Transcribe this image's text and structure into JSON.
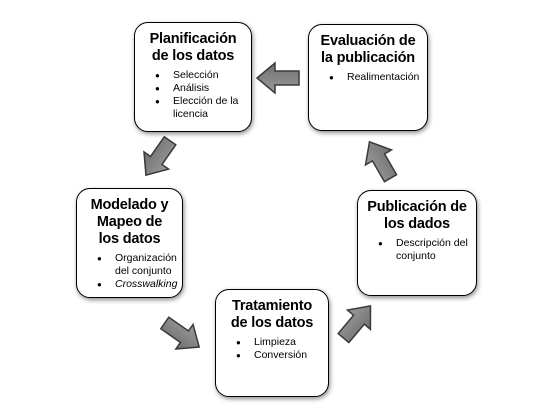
{
  "boxes": {
    "planning": {
      "title": "Planificación de los datos",
      "items": [
        "Selección",
        "Análisis",
        "Elección de la licencia"
      ]
    },
    "evaluation": {
      "title": "Evaluación de la publicación",
      "items": [
        "Realimentación"
      ]
    },
    "modeling": {
      "title": "Modelado y Mapeo de los datos",
      "items": [
        "Organización del conjunto",
        "Crosswalking"
      ]
    },
    "publication": {
      "title": "Publicación de los dados",
      "items": [
        "Descripción del conjunto"
      ]
    },
    "processing": {
      "title": "Tratamiento de los datos",
      "items": [
        "Limpieza",
        "Conversión"
      ]
    }
  },
  "colors": {
    "arrow_fill": "#888888",
    "arrow_stroke": "#3a3a3a",
    "border": "#000000"
  }
}
